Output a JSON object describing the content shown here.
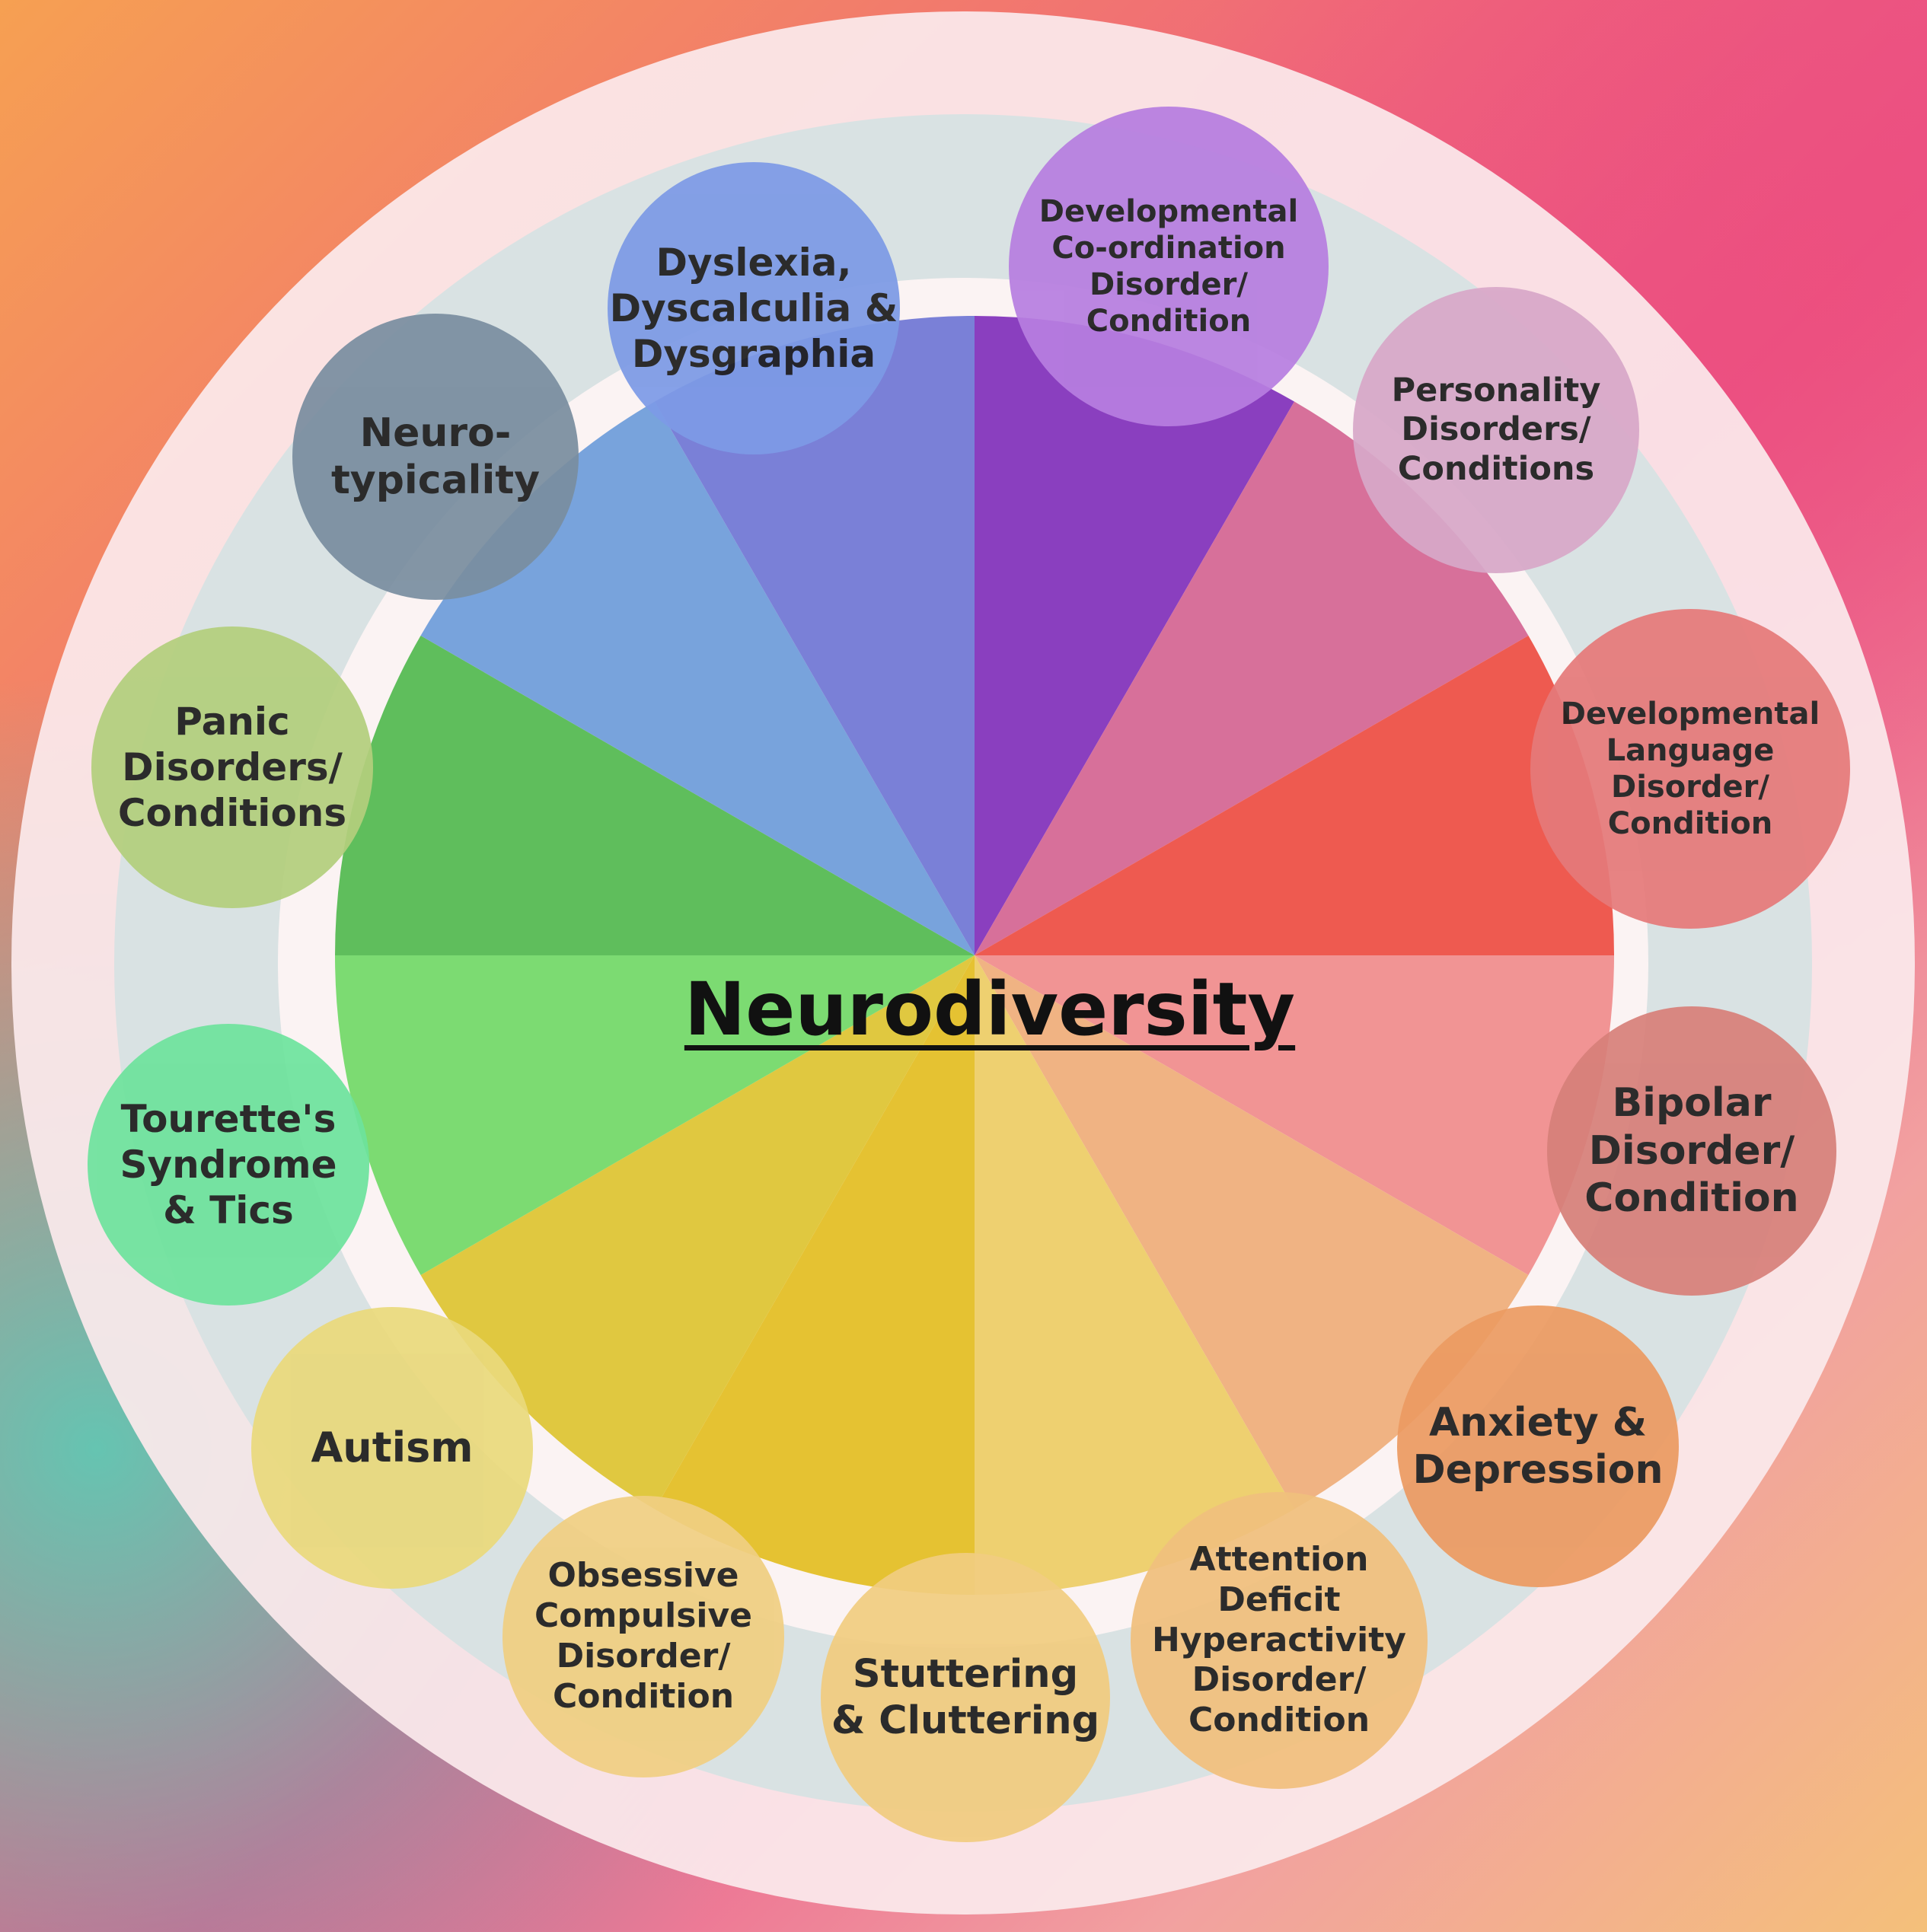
{
  "diagram": {
    "center_label": "Neurodiversity",
    "wedge_colors": [
      "#8a3fbf",
      "#d7709a",
      "#ee5a50",
      "#f19494",
      "#f0b383",
      "#eed070",
      "#e5c232",
      "#e0c840",
      "#7cdb72",
      "#5fbe5c",
      "#78a3dc",
      "#7a80d7"
    ],
    "conditions": [
      {
        "label": "Dyslexia,\nDyscalculia &\nDysgraphia",
        "color": "#7d9ae6"
      },
      {
        "label": "Developmental\nCo-ordination\nDisorder/\nCondition",
        "color": "#b77ee0"
      },
      {
        "label": "Personality\nDisorders/\nConditions",
        "color": "#d8a8c9"
      },
      {
        "label": "Developmental\nLanguage\nDisorder/\nCondition",
        "color": "#e57a7a"
      },
      {
        "label": "Bipolar\nDisorder/\nCondition",
        "color": "#d7807a"
      },
      {
        "label": "Anxiety &\nDepression",
        "color": "#ec9b62"
      },
      {
        "label": "Attention\nDeficit\nHyperactivity\nDisorder/\nCondition",
        "color": "#f1c07d"
      },
      {
        "label": "Stuttering\n& Cluttering",
        "color": "#f1cc80"
      },
      {
        "label": "Obsessive\nCompulsive\nDisorder/\nCondition",
        "color": "#f0cf82"
      },
      {
        "label": "Autism",
        "color": "#e9d97c"
      },
      {
        "label": "Tourette's\nSyndrome\n& Tics",
        "color": "#6ee39d"
      },
      {
        "label": "Panic\nDisorders/\nConditions",
        "color": "#b3cf7d"
      },
      {
        "label": "Neuro-\ntypicality",
        "color": "#7a8ea0"
      }
    ]
  }
}
